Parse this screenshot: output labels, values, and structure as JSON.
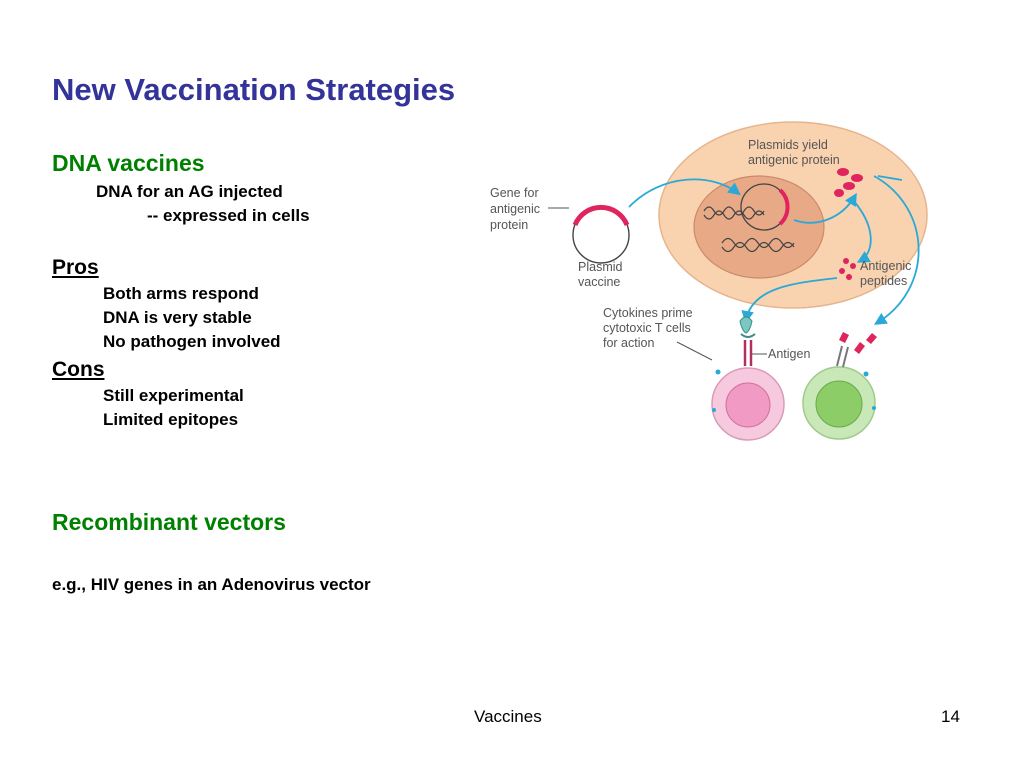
{
  "slide": {
    "title": "New Vaccination Strategies",
    "section1": {
      "heading": "DNA vaccines",
      "line1": "DNA for an AG injected",
      "line2": "-- expressed in cells"
    },
    "pros": {
      "heading": "Pros",
      "items": [
        "Both arms respond",
        "DNA is very stable",
        "No pathogen involved"
      ]
    },
    "cons": {
      "heading": "Cons",
      "items": [
        "Still experimental",
        "Limited epitopes"
      ]
    },
    "section2": {
      "heading": "Recombinant vectors",
      "example": "e.g., HIV genes in an Adenovirus vector"
    },
    "footer": {
      "center": "Vaccines",
      "page_number": "14"
    }
  },
  "diagram": {
    "labels": {
      "gene_1": "Gene for",
      "gene_2": "antigenic",
      "gene_3": "protein",
      "plasmid_1": "Plasmid",
      "plasmid_2": "vaccine",
      "yield_1": "Plasmids yield",
      "yield_2": "antigenic protein",
      "peptides_1": "Antigenic",
      "peptides_2": "peptides",
      "cyto_1": "Cytokines prime",
      "cyto_2": "cytotoxic T cells",
      "cyto_3": "for action",
      "antigen": "Antigen"
    },
    "colors": {
      "title": "#333399",
      "heading_green": "#008000",
      "cell": "#f9d3b0",
      "nucleus": "#e8a987",
      "magenta": "#e0245e",
      "arrow": "#2aa8d8",
      "pink_cell": "#f7c9df",
      "green_cell": "#c9e8b8"
    }
  }
}
